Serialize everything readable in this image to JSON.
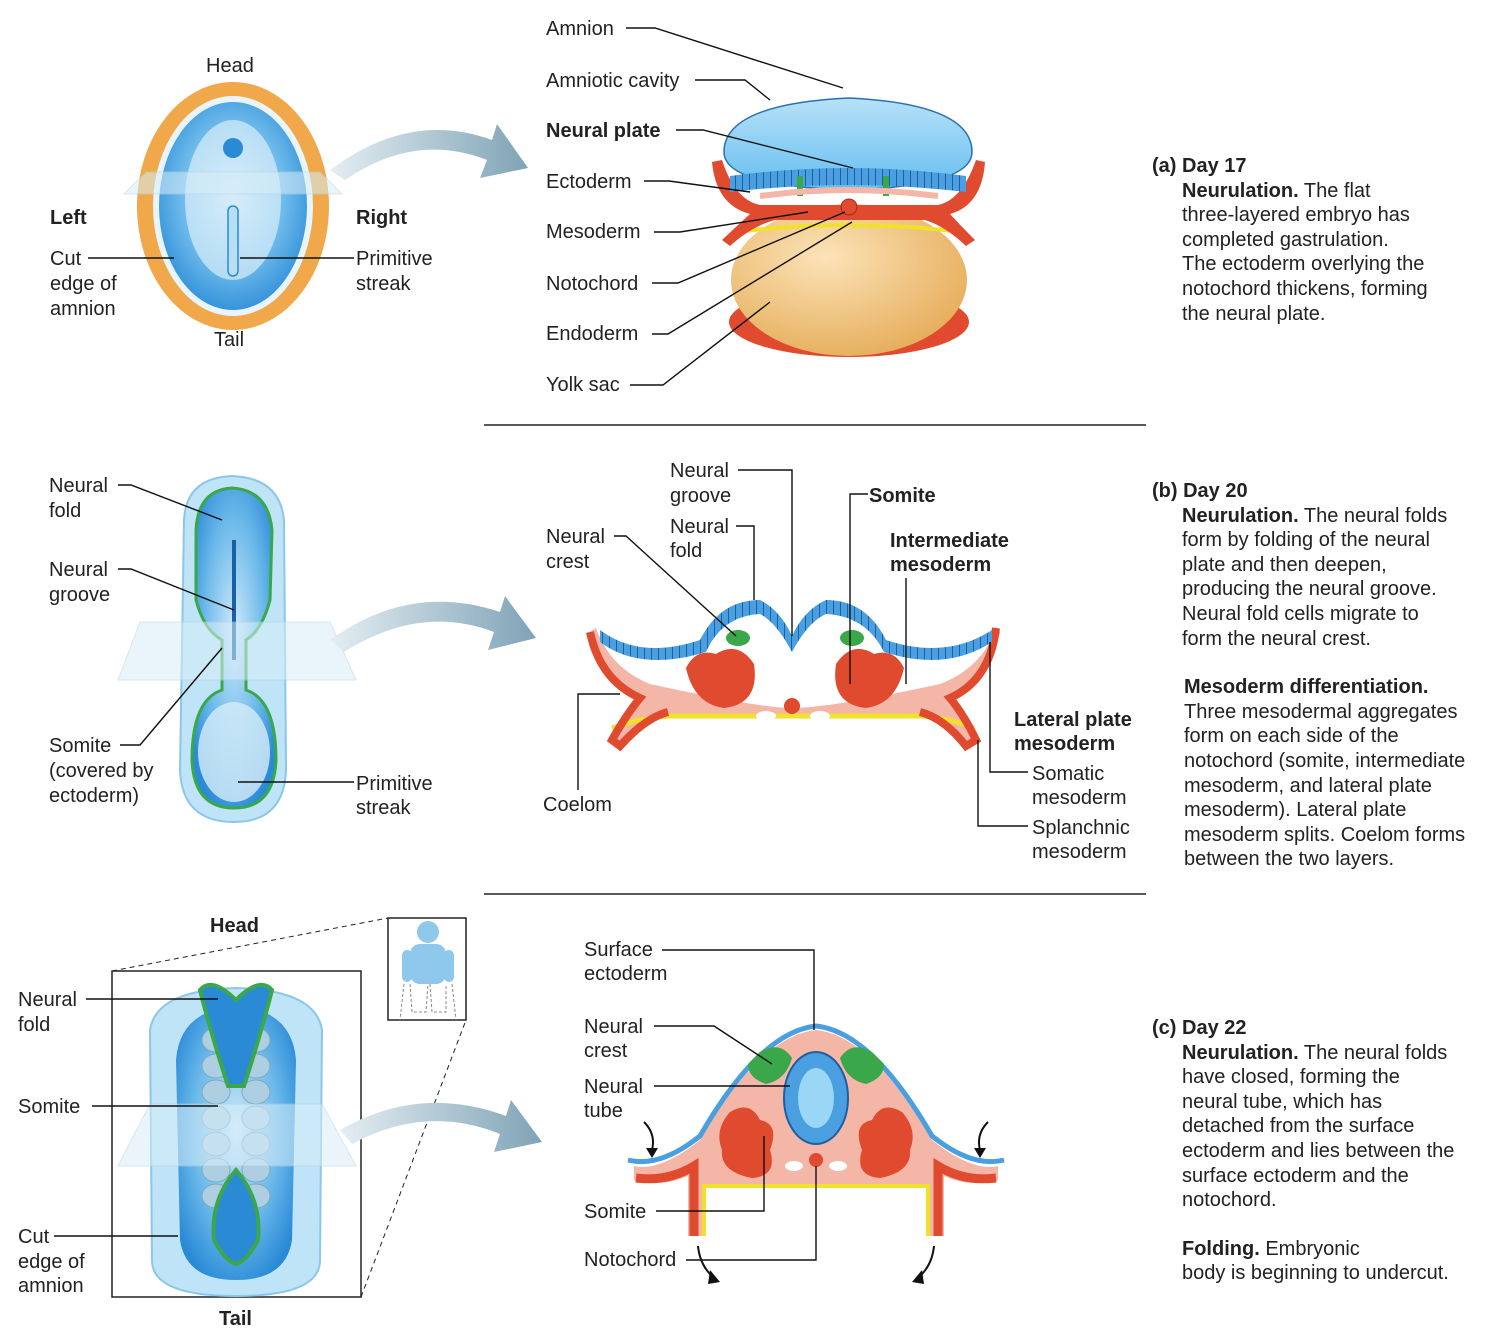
{
  "panel_a": {
    "surface": {
      "head": "Head",
      "tail": "Tail",
      "left": "Left",
      "right": "Right",
      "cut_edge": [
        "Cut",
        "edge of",
        "amnion"
      ],
      "primitive_streak": [
        "Primitive",
        "streak"
      ]
    },
    "section": {
      "amnion": "Amnion",
      "amniotic_cavity": "Amniotic cavity",
      "neural_plate": "Neural plate",
      "ectoderm": "Ectoderm",
      "mesoderm": "Mesoderm",
      "notochord": "Notochord",
      "endoderm": "Endoderm",
      "yolk_sac": "Yolk sac"
    },
    "desc": {
      "heading": "(a) Day 17",
      "title": "Neurulation.",
      "lines": [
        " The flat",
        "three-layered embryo has",
        "completed gastrulation.",
        "The ectoderm overlying the",
        "notochord thickens, forming",
        "the neural plate."
      ]
    }
  },
  "panel_b": {
    "surface": {
      "neural_fold": [
        "Neural",
        "fold"
      ],
      "neural_groove": [
        "Neural",
        "groove"
      ],
      "somite": [
        "Somite",
        "(covered by",
        "ectoderm)"
      ],
      "primitive_streak": [
        "Primitive",
        "streak"
      ]
    },
    "section": {
      "neural_groove": [
        "Neural",
        "groove"
      ],
      "neural_fold": [
        "Neural",
        "fold"
      ],
      "neural_crest": [
        "Neural",
        "crest"
      ],
      "somite": "Somite",
      "intermediate_mesoderm": [
        "Intermediate",
        "mesoderm"
      ],
      "lateral_plate_mesoderm": [
        "Lateral plate",
        "mesoderm"
      ],
      "somatic_mesoderm": [
        "Somatic",
        "mesoderm"
      ],
      "splanchnic_mesoderm": [
        "Splanchnic",
        "mesoderm"
      ],
      "coelom": "Coelom"
    },
    "desc": {
      "heading": "(b) Day 20",
      "title": "Neurulation.",
      "lines": [
        " The neural folds",
        "form by folding of the neural",
        "plate and then deepen,",
        "producing the neural groove.",
        "Neural fold cells migrate to",
        "form the neural crest."
      ],
      "title2": "Mesoderm differentiation.",
      "lines2": [
        "Three mesodermal aggregates",
        "form on each side of the",
        "notochord (somite, intermediate",
        "mesoderm, and lateral plate",
        "mesoderm). Lateral plate",
        "mesoderm splits. Coelom forms",
        "between the two layers."
      ]
    }
  },
  "panel_c": {
    "surface": {
      "head": "Head",
      "tail": "Tail",
      "neural_fold": [
        "Neural",
        "fold"
      ],
      "somite": "Somite",
      "cut_edge": [
        "Cut",
        "edge of",
        "amnion"
      ]
    },
    "section": {
      "surface_ectoderm": [
        "Surface",
        "ectoderm"
      ],
      "neural_crest": [
        "Neural",
        "crest"
      ],
      "neural_tube": [
        "Neural",
        "tube"
      ],
      "somite": "Somite",
      "notochord": "Notochord"
    },
    "desc": {
      "heading": "(c) Day 22",
      "title": "Neurulation.",
      "lines": [
        " The neural folds",
        "have closed, forming the",
        "neural tube, which has",
        "detached from the surface",
        "ectoderm and lies between the",
        "surface ectoderm and the",
        "notochord."
      ],
      "title2": "Folding.",
      "lines2": [
        " Embryonic",
        "body is beginning to undercut."
      ]
    }
  },
  "colors": {
    "ectoderm_blue": "#4a9fe0",
    "cavity_blue": "#8fd0f4",
    "mesoderm_red": "#e04a2e",
    "mesoderm_pink": "#f4b6a6",
    "endoderm_yellow": "#f2e12a",
    "yolk": "#f0c884",
    "neural_crest_green": "#3aa84a",
    "amnion_orange": "#f0a84a"
  }
}
